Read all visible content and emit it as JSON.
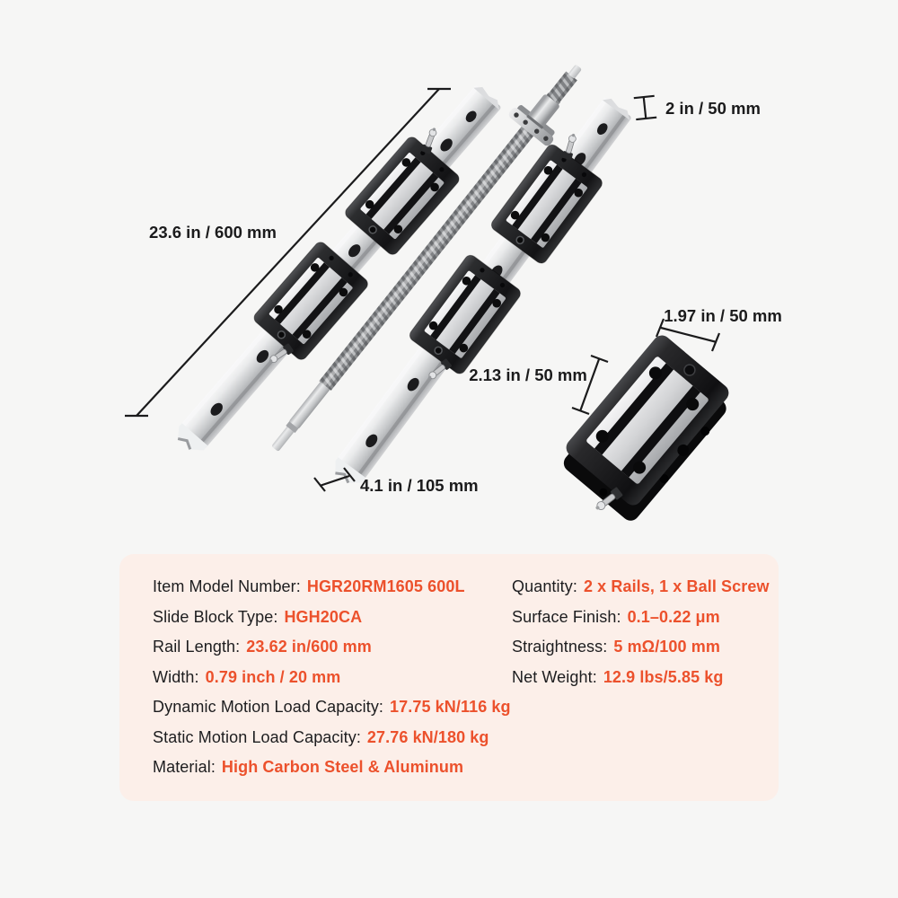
{
  "page": {
    "background_color": "#f6f6f5"
  },
  "diagram": {
    "depicts": "2 linear guide rails with 4 slide blocks, 1 ball screw with flange nut, 1 separate slide block",
    "annotations": {
      "rail_length": "23.6 in / 600 mm",
      "rail_height": "2 in / 50 mm",
      "block_width": "1.97 in / 50 mm",
      "block_length": "2.13 in / 50 mm",
      "rail_end_length": "4.1 in / 105 mm"
    }
  },
  "specs": {
    "panel_color": "#fcefe9",
    "accent_color": "#ec512c",
    "text_color": "#1d1d1f",
    "left": [
      {
        "label": "Item Model Number:",
        "value": "HGR20RM1605 600L"
      },
      {
        "label": "Slide Block Type:",
        "value": "HGH20CA"
      },
      {
        "label": "Rail Length:",
        "value": "23.62 in/600 mm"
      },
      {
        "label": "Width:",
        "value": "0.79 inch / 20 mm"
      },
      {
        "label": "Dynamic Motion Load Capacity:",
        "value": "17.75 kN/116 kg"
      },
      {
        "label": "Static Motion Load Capacity:",
        "value": "27.76 kN/180 kg"
      },
      {
        "label": "Material:",
        "value": "High Carbon Steel & Aluminum"
      }
    ],
    "right": [
      {
        "label": "Quantity:",
        "value": "2 x Rails, 1 x Ball Screw"
      },
      {
        "label": "Surface Finish:",
        "value": "0.1–0.22 μm"
      },
      {
        "label": "Straightness:",
        "value": "5 mΩ/100 mm"
      },
      {
        "label": "Net Weight:",
        "value": "12.9 lbs/5.85 kg"
      }
    ]
  }
}
